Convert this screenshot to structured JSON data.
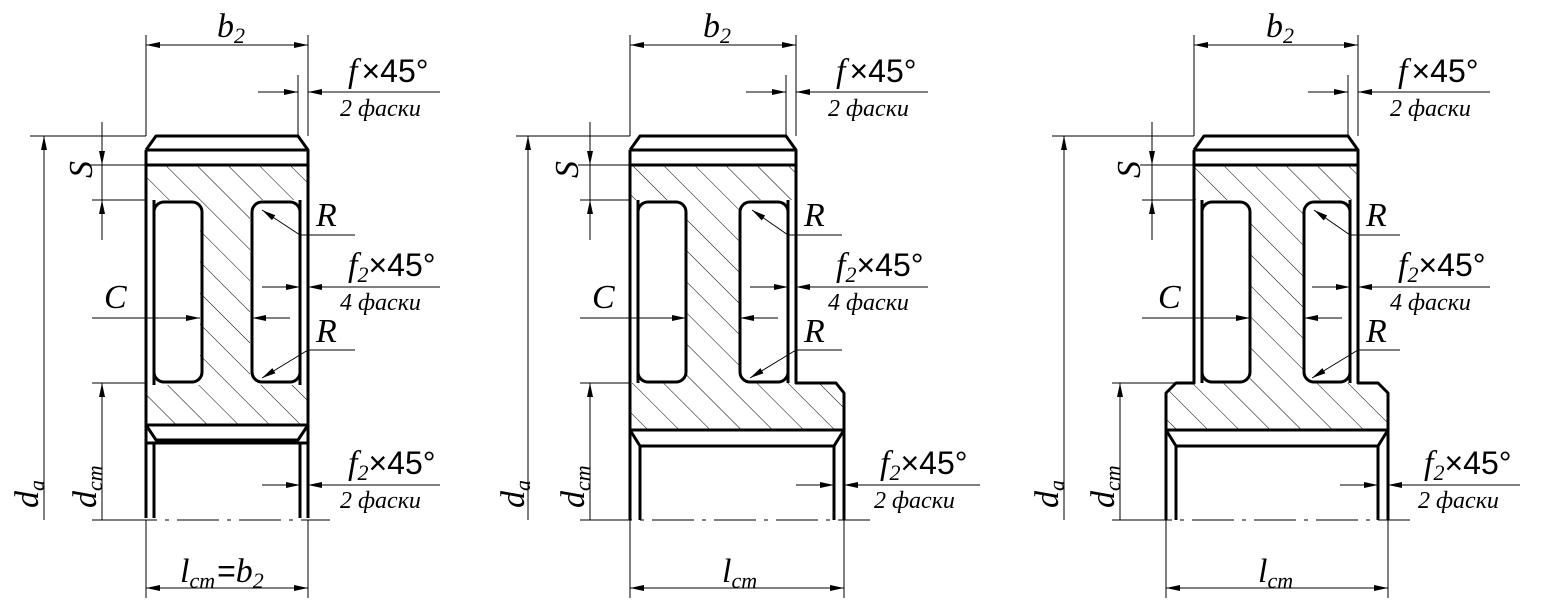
{
  "labels": {
    "b": "b",
    "two": "2",
    "f": "f",
    "times45": "×45°",
    "chamfers2": "2 фаски",
    "chamfers4": "4 фаски",
    "S": "S",
    "R": "R",
    "C": "C",
    "d": "d",
    "a": "a",
    "cm": "cm",
    "l": "l",
    "eq": "="
  }
}
